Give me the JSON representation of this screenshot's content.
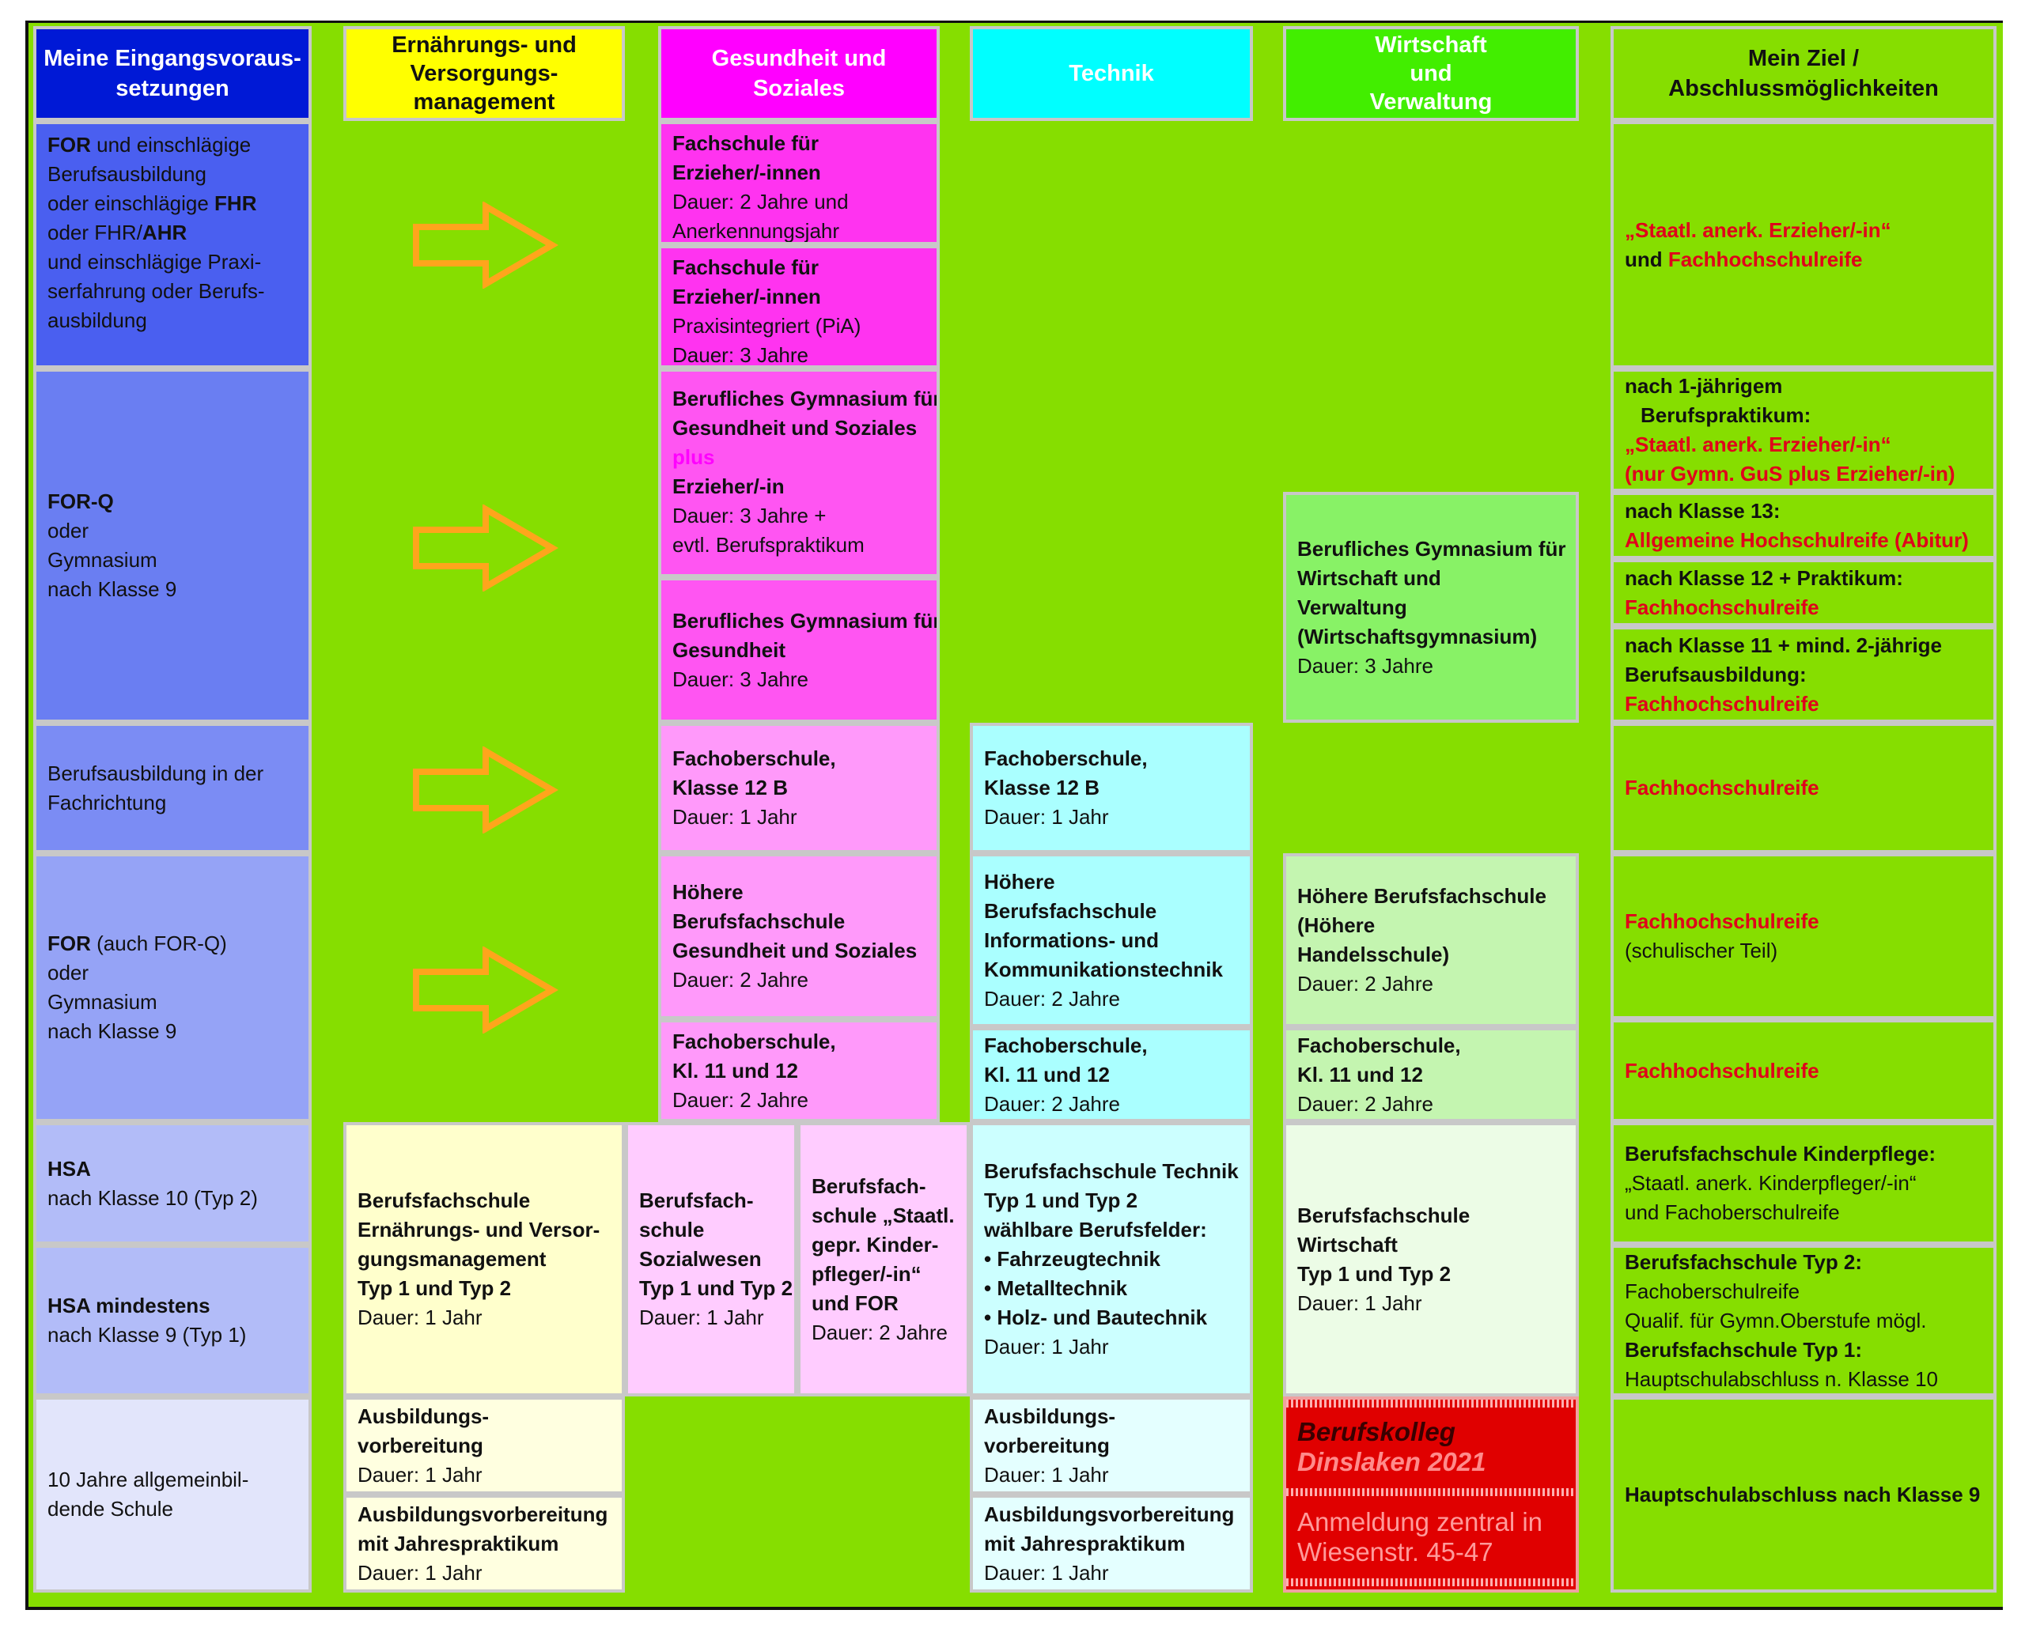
{
  "headers": {
    "col1": [
      "Meine Eingangsvoraus-",
      "setzungen"
    ],
    "col2": [
      "Ernährungs- und",
      "Versorgungs-",
      "management"
    ],
    "col3": [
      "Gesundheit und",
      "Soziales"
    ],
    "col4": [
      "Technik"
    ],
    "col5": [
      "Wirtschaft",
      "und",
      "Verwaltung"
    ],
    "col6": [
      "Mein Ziel /",
      "Abschlussmöglichkeiten"
    ]
  },
  "colors": {
    "background": "#86de00",
    "header_prereq": "#0019d6",
    "header_ernaehrung": "#ffff00",
    "header_gesundheit": "#ff00ff",
    "header_technik": "#00ffff",
    "header_wirtschaft": "#42ee00",
    "goal_red": "#e0001b",
    "arrow": "#ffa51c"
  },
  "prereqs": {
    "p1": {
      "l1a": "FOR",
      "l1b": " und einschlägige",
      "l2": "Berufsausbildung",
      "l3a": "oder einschlägige ",
      "l3b": "FHR",
      "l4a": "oder FHR/",
      "l4b": "AHR",
      "l5": "und einschlägige Praxi-",
      "l6": "serfahrung oder Berufs-",
      "l7": "ausbildung"
    },
    "p2": {
      "l1": "FOR-Q",
      "l2": "oder",
      "l3": "Gymnasium",
      "l4": "nach Klasse 9"
    },
    "p3": {
      "l1": "Berufsausbildung in der",
      "l2": "Fachrichtung"
    },
    "p4": {
      "l1a": "FOR",
      "l1b": " (auch FOR-Q)",
      "l2": "oder",
      "l3": "Gymnasium",
      "l4": "nach Klasse 9"
    },
    "p5": {
      "l1": "HSA",
      "l2": "nach Klasse 10 (Typ 2)"
    },
    "p6": {
      "l1": "HSA mindestens",
      "l2": "nach Klasse 9 (Typ 1)"
    },
    "p7": {
      "l1": "10 Jahre allgemeinbil-",
      "l2": "dende Schule"
    }
  },
  "gesundheit": {
    "g1": {
      "l1": "Fachschule für",
      "l2": "Erzieher/-innen",
      "l3": "Dauer: 2 Jahre und",
      "l4": "Anerkennungsjahr"
    },
    "g2": {
      "l1": "Fachschule für",
      "l2": "Erzieher/-innen",
      "l3": "Praxisintegriert (PiA)",
      "l4": "Dauer: 3 Jahre"
    },
    "g3": {
      "l1": "Berufliches Gymnasium für",
      "l2": "Gesundheit und Soziales",
      "l3": "plus",
      "l4": "Erzieher/-in",
      "l5": "Dauer: 3 Jahre +",
      "l6": "evtl. Berufspraktikum"
    },
    "g4": {
      "l1": "Berufliches Gymnasium für",
      "l2": "Gesundheit",
      "l3": "Dauer: 3 Jahre"
    },
    "g5": {
      "l1": "Fachoberschule,",
      "l2": "Klasse 12 B",
      "l3": "Dauer: 1 Jahr"
    },
    "g6": {
      "l1": "Höhere",
      "l2": "Berufsfachschule",
      "l3": "Gesundheit und Soziales",
      "l4": "Dauer: 2 Jahre"
    },
    "g7": {
      "l1": "Fachoberschule,",
      "l2": "Kl. 11 und 12",
      "l3": "Dauer: 2 Jahre"
    }
  },
  "technik": {
    "t1": {
      "l1": "Fachoberschule,",
      "l2": "Klasse 12 B",
      "l3": "Dauer: 1 Jahr"
    },
    "t2": {
      "l1": "Höhere",
      "l2": "Berufsfachschule",
      "l3": "Informations- und",
      "l4": "Kommunikationstechnik",
      "l5": "Dauer: 2 Jahre"
    },
    "t3": {
      "l1": "Fachoberschule,",
      "l2": "Kl. 11 und 12",
      "l3": "Dauer: 2 Jahre"
    },
    "t4": {
      "l1": "Berufsfachschule Technik",
      "l2": "Typ 1 und  Typ 2",
      "l3": "wählbare Berufsfelder:",
      "l4": "• Fahrzeugtechnik",
      "l5": "• Metalltechnik",
      "l6": "• Holz- und Bautechnik",
      "l7": "Dauer: 1 Jahr"
    },
    "t5": {
      "l1": "Ausbildungs-",
      "l2": "vorbereitung",
      "l3": "Dauer: 1 Jahr"
    },
    "t6": {
      "l1": "Ausbildungsvorbereitung",
      "l2": "mit Jahrespraktikum",
      "l3": "Dauer: 1 Jahr"
    }
  },
  "wirtschaft": {
    "w1": {
      "l1": "Berufliches Gymnasium für",
      "l2": "Wirtschaft und",
      "l3": "Verwaltung",
      "l4": "(Wirtschaftsgymnasium)",
      "l5": "Dauer: 3 Jahre"
    },
    "w2": {
      "l1": "Höhere Berufsfachschule",
      "l2": "(Höhere",
      "l3": "Handelsschule)",
      "l4": "Dauer: 2 Jahre"
    },
    "w3": {
      "l1": "Fachoberschule,",
      "l2": "Kl. 11 und 12",
      "l3": "Dauer: 2 Jahre"
    },
    "w4": {
      "l1": "Berufsfachschule",
      "l2": "Wirtschaft",
      "l3": "Typ 1 und  Typ 2",
      "l4": "Dauer: 1 Jahr"
    }
  },
  "ernaehrung": {
    "e1": {
      "l1": "Berufsfachschule",
      "l2": "Ernährungs- und Versor-",
      "l3": "gungsmanagement",
      "l4": "Typ 1 und Typ 2",
      "l5": "Dauer: 1 Jahr"
    },
    "e2": {
      "l1": "Berufsfach-",
      "l2": "schule",
      "l3": "Sozialwesen",
      "l4": "Typ 1 und  Typ 2",
      "l5": "Dauer: 1 Jahr"
    },
    "e3": {
      "l1": "Berufsfach-",
      "l2": "schule „Staatl.",
      "l3": "gepr. Kinder-",
      "l4": "pfleger/-in“",
      "l5": "und FOR",
      "l6": "Dauer: 2 Jahre"
    },
    "e4": {
      "l1": "Ausbildungs-",
      "l2": "vorbereitung",
      "l3": "Dauer: 1 Jahr"
    },
    "e5": {
      "l1": "Ausbildungsvorbereitung",
      "l2": "mit Jahrespraktikum",
      "l3": "Dauer: 1 Jahr"
    }
  },
  "goals": {
    "z1": {
      "l1": "„Staatl. anerk. Erzieher/-in“",
      "l2a": "und ",
      "l2b": "Fachhochschulreife"
    },
    "z2": {
      "l1": "nach 1-jährigem",
      "l2": "Berufspraktikum:",
      "l3": "„Staatl. anerk. Erzieher/-in“",
      "l4": "(nur Gymn. GuS plus Erzieher/-in)"
    },
    "z3": {
      "l1": "nach Klasse 13:",
      "l2": "Allgemeine Hochschulreife (Abitur)"
    },
    "z4": {
      "l1": "nach Klasse 12 + Praktikum:",
      "l2": "Fachhochschulreife"
    },
    "z5": {
      "l1": "nach Klasse 11 + mind. 2-jährige",
      "l2": "Berufsausbildung:",
      "l3": "Fachhochschulreife"
    },
    "z6": {
      "l1": "Fachhochschulreife"
    },
    "z7": {
      "l1": "Fachhochschulreife",
      "l2": "(schulischer Teil)"
    },
    "z8": {
      "l1": "Fachhochschulreife"
    },
    "z9": {
      "l1": "Berufsfachschule Kinderpflege:",
      "l2": "„Staatl. anerk. Kinderpfleger/-in“",
      "l3": "und Fachoberschulreife"
    },
    "z10": {
      "l1": "Berufsfachschule Typ 2:",
      "l2": "Fachoberschulreife",
      "l3": "Qualif. für Gymn.Oberstufe mögl.",
      "l4": "Berufsfachschule Typ 1:",
      "l5": "Hauptschulabschluss n. Klasse 10"
    },
    "z11": {
      "l1": "Hauptschulabschluss nach Klasse 9"
    }
  },
  "logo": {
    "l1": "Berufskolleg",
    "l2": "Dinslaken 2021",
    "l3": "Anmeldung zentral in",
    "l4": "Wiesenstr. 45-47"
  }
}
